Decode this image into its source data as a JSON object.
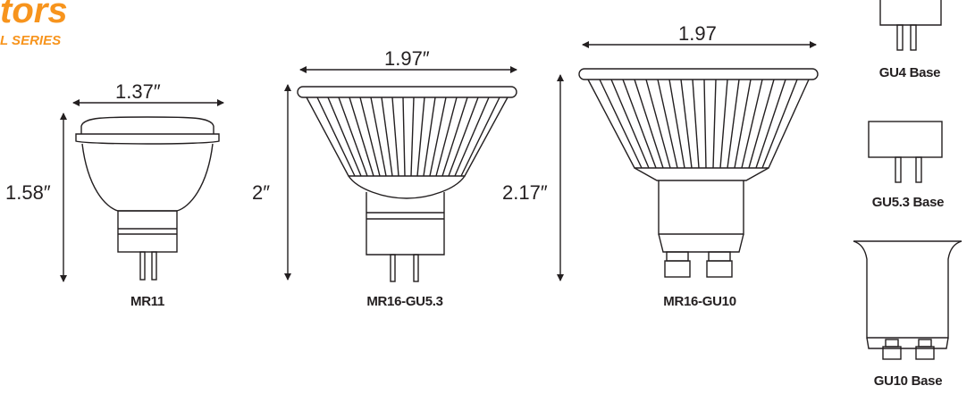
{
  "brand": {
    "title_fragment": "tors",
    "subtitle_fragment": "L SERIES",
    "color": "#f7941d"
  },
  "bulbs": [
    {
      "name": "MR11",
      "width": "1.37″",
      "height": "1.58″"
    },
    {
      "name": "MR16-GU5.3",
      "width": "1.97″",
      "height": "2″"
    },
    {
      "name": "MR16-GU10",
      "width": "1.97",
      "height": "2.17″"
    }
  ],
  "bases": [
    {
      "name": "GU4 Base"
    },
    {
      "name": "GU5.3 Base"
    },
    {
      "name": "GU10 Base"
    }
  ],
  "colors": {
    "line": "#231f20",
    "accent": "#f7941d"
  }
}
